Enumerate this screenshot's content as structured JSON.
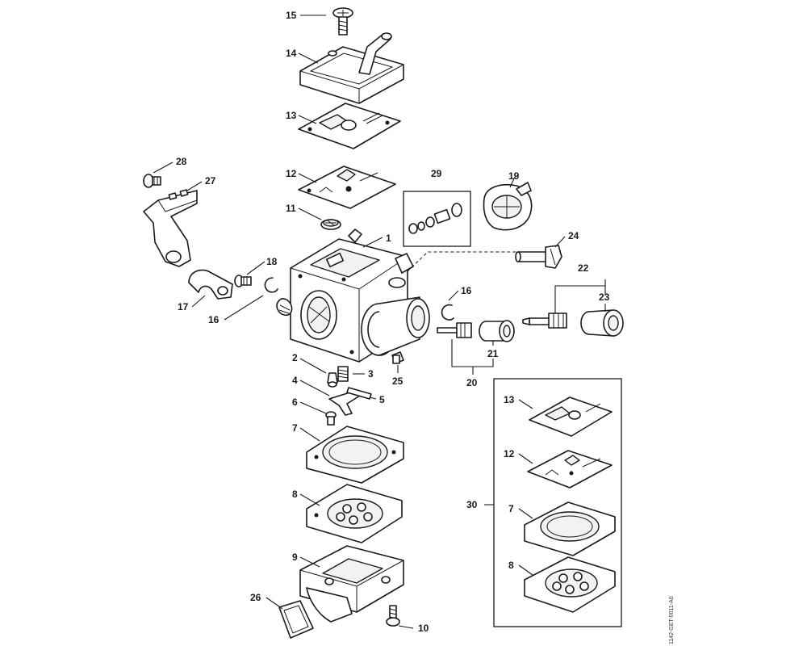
{
  "diagram": {
    "callouts": {
      "c15": "15",
      "c14": "14",
      "c13": "13",
      "c12": "12",
      "c11": "11",
      "c1": "1",
      "c28": "28",
      "c27": "27",
      "c29": "29",
      "c19": "19",
      "c24": "24",
      "c18": "18",
      "c17": "17",
      "c16a": "16",
      "c16b": "16",
      "c22": "22",
      "c23": "23",
      "c2": "2",
      "c3": "3",
      "c4": "4",
      "c5": "5",
      "c6": "6",
      "c25": "25",
      "c21": "21",
      "c20": "20",
      "c7": "7",
      "c8": "8",
      "c9": "9",
      "c26": "26",
      "c10": "10",
      "k13": "13",
      "k12": "12",
      "k7": "7",
      "k8": "8",
      "k30": "30"
    },
    "document_id": "1142-GET-0011-A0"
  }
}
